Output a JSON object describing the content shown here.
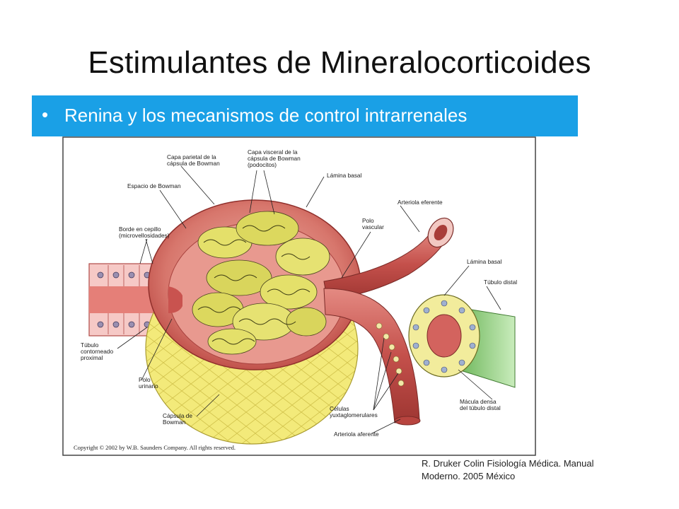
{
  "slide": {
    "title": "Estimulantes de Mineralocorticoides",
    "bullet": "Renina y los mecanismos de control intrarrenales"
  },
  "figure": {
    "labels": {
      "capa_parietal_1": "Capa parietal de la",
      "capa_parietal_2": "cápsula de Bowman",
      "capa_visceral_1": "Capa visceral de la",
      "capa_visceral_2": "cápsula de Bowman",
      "capa_visceral_3": "(podocitos)",
      "lamina_basal_top": "Lámina basal",
      "espacio_bowman": "Espacio de Bowman",
      "arteriola_eferente": "Arteriola eferente",
      "borde_cepillo_1": "Borde en cepillo",
      "borde_cepillo_2": "(microvellosidades)",
      "polo_vascular_1": "Polo",
      "polo_vascular_2": "vascular",
      "lamina_basal_right": "Lámina basal",
      "tubulo_distal": "Túbulo distal",
      "tubulo_proximal_1": "Túbulo",
      "tubulo_proximal_2": "contorneado",
      "tubulo_proximal_3": "proximal",
      "polo_urinario_1": "Polo",
      "polo_urinario_2": "urinario",
      "macula_densa_1": "Mácula densa",
      "macula_densa_2": "del túbulo distal",
      "celulas_1": "Células",
      "celulas_2": "yuxtaglomerulares",
      "capsula_bowman_1": "Cápsula de",
      "capsula_bowman_2": "Bowman",
      "arteriola_aferente": "Arteriola aferente"
    },
    "copyright": "Copyright © 2002 by W.B. Saunders Company. All rights reserved."
  },
  "citation": {
    "line1": "R. Druker Colin Fisiología Médica. Manual",
    "line2": "Moderno. 2005 México"
  },
  "colors": {
    "banner": "#1aa0e6",
    "capsule_yellow": "#f3ea7a",
    "tissue_red": "#c9534f",
    "tubule_green": "#7fc86a"
  }
}
